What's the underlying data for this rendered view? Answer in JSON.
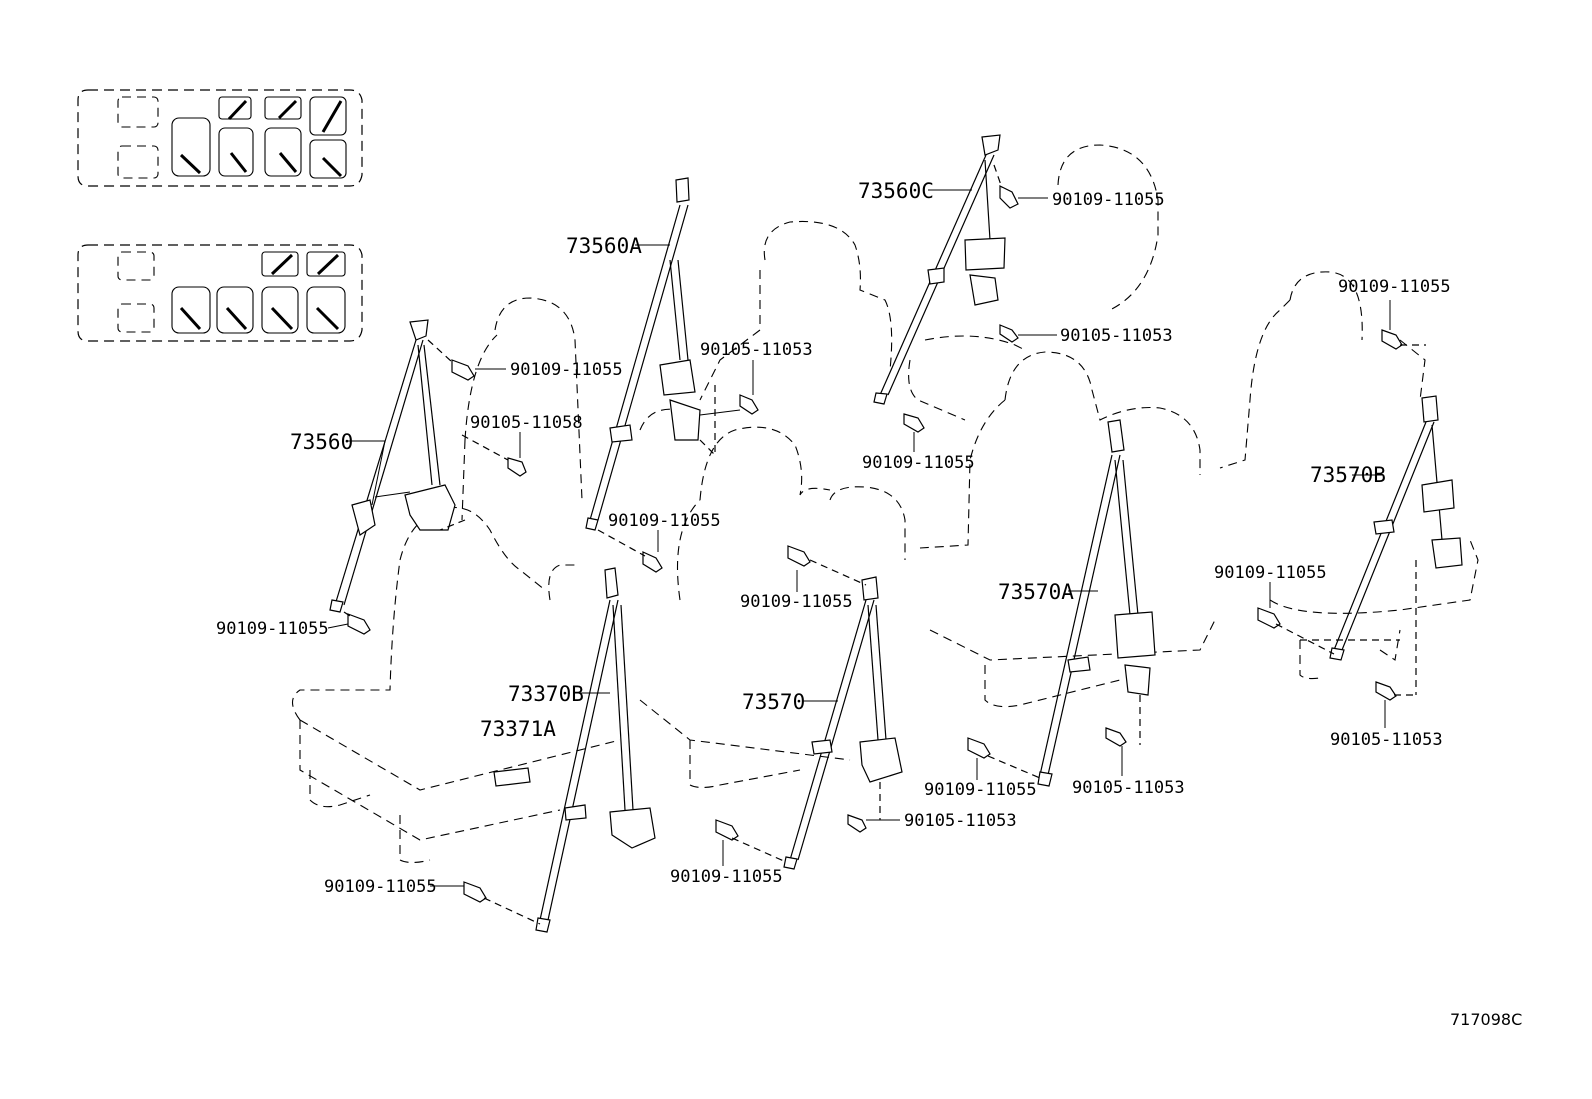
{
  "labels": {
    "belt_73560": "73560",
    "belt_73560a": "73560A",
    "belt_73560c": "73560C",
    "belt_73370b": "73370B",
    "part_73371a": "73371A",
    "belt_73570": "73570",
    "belt_73570a": "73570A",
    "belt_73570b": "73570B",
    "bolt_a1": "90109-11055",
    "bolt_a2": "90109-11055",
    "bolt_a3": "90109-11055",
    "bolt_a4": "90109-11055",
    "bolt_a5": "90109-11055",
    "bolt_a6": "90109-11055",
    "bolt_a7": "90109-11055",
    "bolt_a8": "90109-11055",
    "bolt_a9": "90109-11055",
    "bolt_a10": "90109-11055",
    "bolt_a11": "90109-11055",
    "bolt_b1": "90105-11058",
    "bolt_c1": "90105-11053",
    "bolt_c2": "90105-11053",
    "bolt_c3": "90105-11053",
    "bolt_c4": "90105-11053",
    "bolt_c5": "90105-11053"
  },
  "reference_code": "717098C"
}
